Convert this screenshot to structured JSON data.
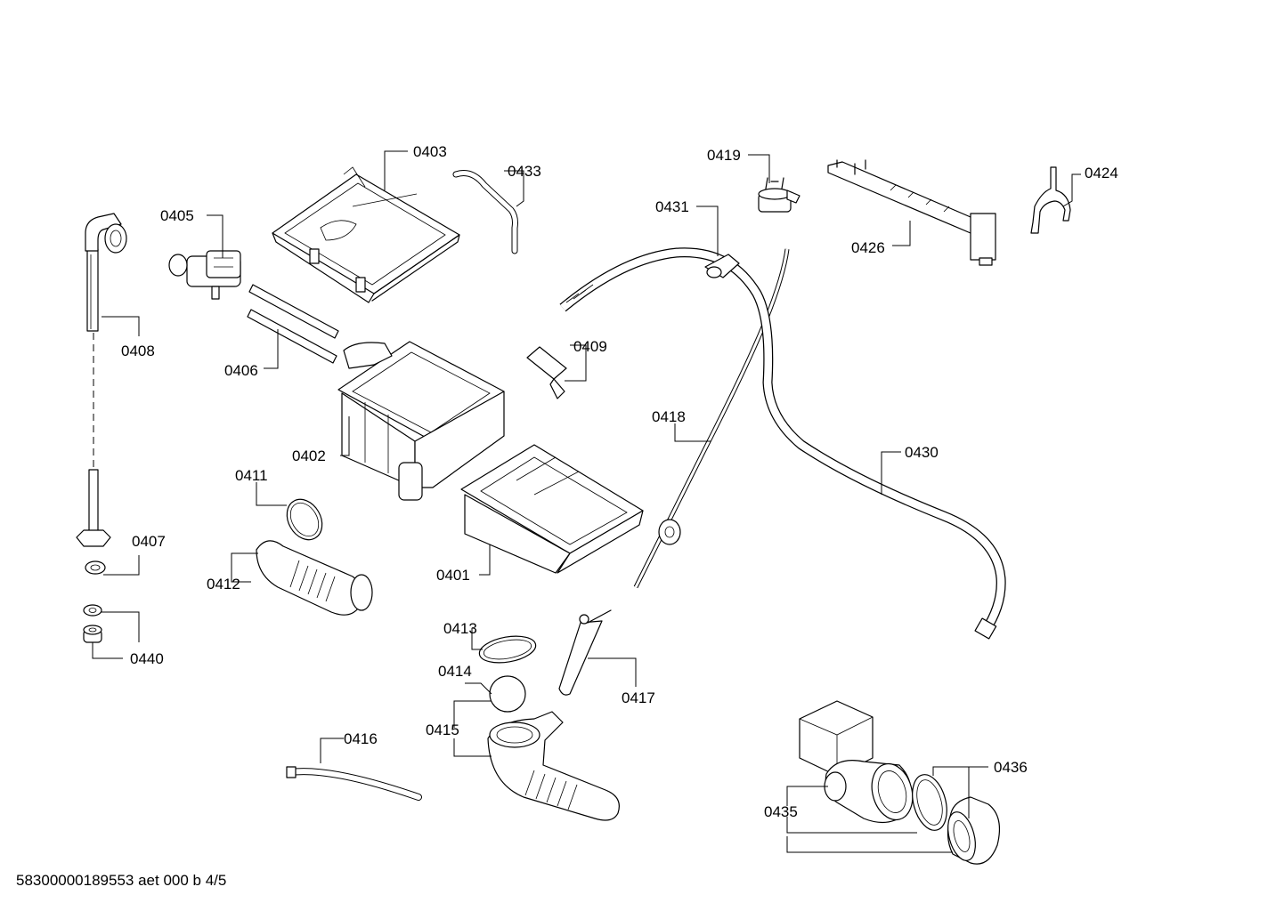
{
  "diagram": {
    "footer": "58300000189553 aet 000 b 4/5",
    "labels": {
      "0401": "0401",
      "0402": "0402",
      "0403": "0403",
      "0405": "0405",
      "0406": "0406",
      "0407": "0407",
      "0408": "0408",
      "0409": "0409",
      "0411": "0411",
      "0412": "0412",
      "0413": "0413",
      "0414": "0414",
      "0415": "0415",
      "0416": "0416",
      "0417": "0417",
      "0418": "0418",
      "0419": "0419",
      "0424": "0424",
      "0426": "0426",
      "0430": "0430",
      "0431": "0431",
      "0433": "0433",
      "0435": "0435",
      "0436": "0436",
      "0440": "0440"
    }
  }
}
